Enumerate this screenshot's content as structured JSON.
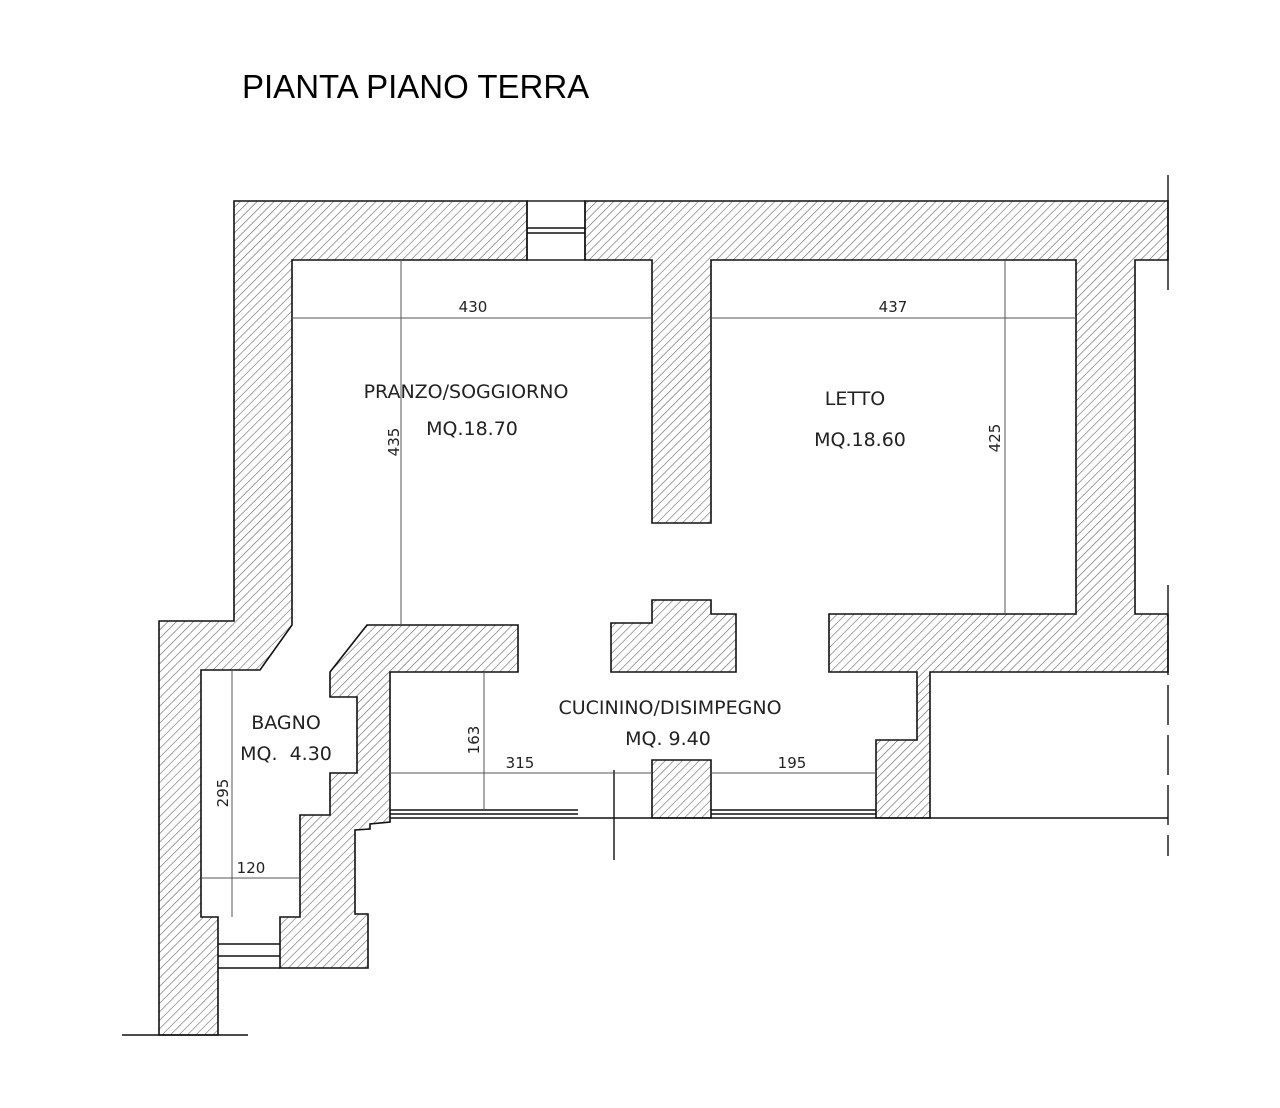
{
  "title": "PIANTA PIANO TERRA",
  "rooms": [
    {
      "name": "PRANZO/SOGGIORNO",
      "area": "MQ.18.70"
    },
    {
      "name": "LETTO",
      "area": "MQ.18.60"
    },
    {
      "name": "BAGNO",
      "area": "MQ.  4.30"
    },
    {
      "name": "CUCININO/DISIMPEGNO",
      "area": "MQ. 9.40"
    }
  ],
  "dimensions": {
    "soggiorno_width": "430",
    "soggiorno_depth": "435",
    "letto_width": "437",
    "letto_depth": "425",
    "cucinino_depth": "163",
    "cucinino_left": "315",
    "cucinino_right": "195",
    "bagno_depth": "295",
    "bagno_width": "120"
  },
  "colors": {
    "wall_stroke": "#111111",
    "hatch": "#555555"
  }
}
